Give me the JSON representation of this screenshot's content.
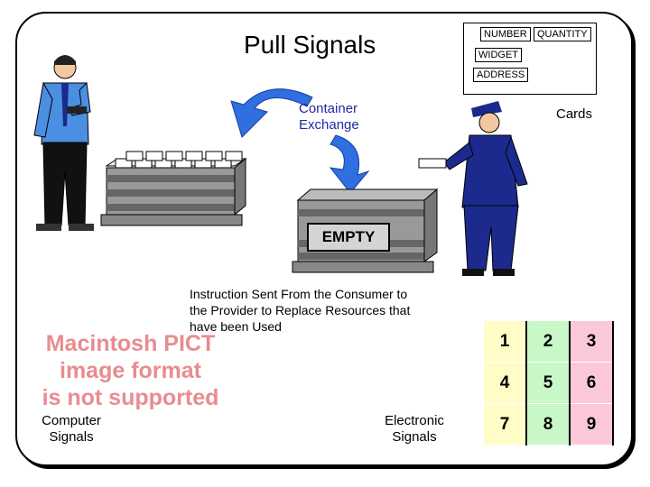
{
  "title": "Pull Signals",
  "card": {
    "number_label": "NUMBER",
    "quantity_label": "QUANTITY",
    "widget_label": "WIDGET",
    "address_label": "ADDRESS"
  },
  "labels": {
    "container_exchange": [
      "Container",
      "Exchange"
    ],
    "cards": "Cards",
    "empty": "EMPTY",
    "instruction": [
      "Instruction Sent From the Consumer to",
      "the Provider to Replace Resources that",
      "have been Used"
    ],
    "computer_signals": [
      "Computer",
      "Signals"
    ],
    "electronic_signals": [
      "Electronic",
      "Signals"
    ]
  },
  "pict_placeholder": [
    "Macintosh PICT",
    "image format",
    "is not supported"
  ],
  "grid": [
    "1",
    "2",
    "3",
    "4",
    "5",
    "6",
    "7",
    "8",
    "9"
  ],
  "colors": {
    "arrow_blue": "#2f6fe0",
    "grid_yellow": "#fffcc8",
    "grid_green": "#c8f8c8",
    "grid_pink": "#fbc8d8",
    "pict_text": "#e88c90",
    "worker_blue": "#1b2a8c"
  }
}
